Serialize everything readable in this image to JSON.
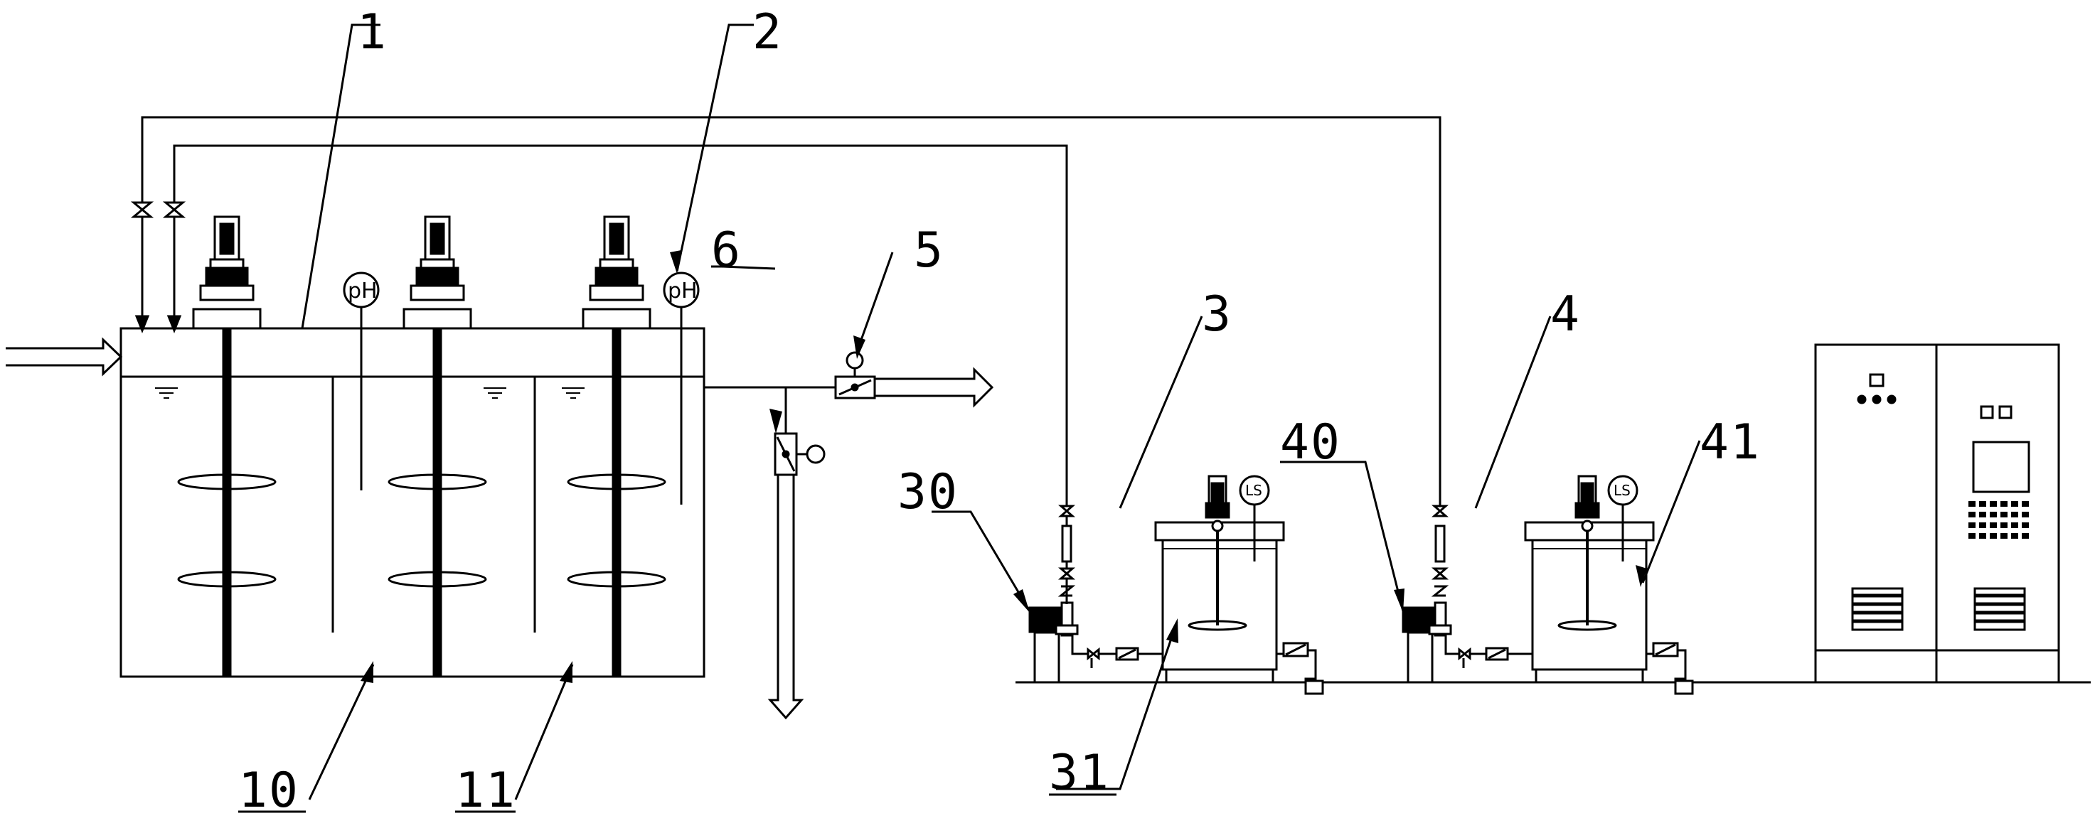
{
  "labels": {
    "l1": "1",
    "l2": "2",
    "l3": "3",
    "l4": "4",
    "l5": "5",
    "l6": "6",
    "l10": "10",
    "l11": "11",
    "l30": "30",
    "l31": "31",
    "l40": "40",
    "l41": "41"
  },
  "instruments": {
    "ph_a": "pH",
    "ph_b": "pH",
    "ls_a": "LS",
    "ls_b": "LS"
  },
  "colors": {
    "line": "#000000",
    "background": "#ffffff"
  }
}
